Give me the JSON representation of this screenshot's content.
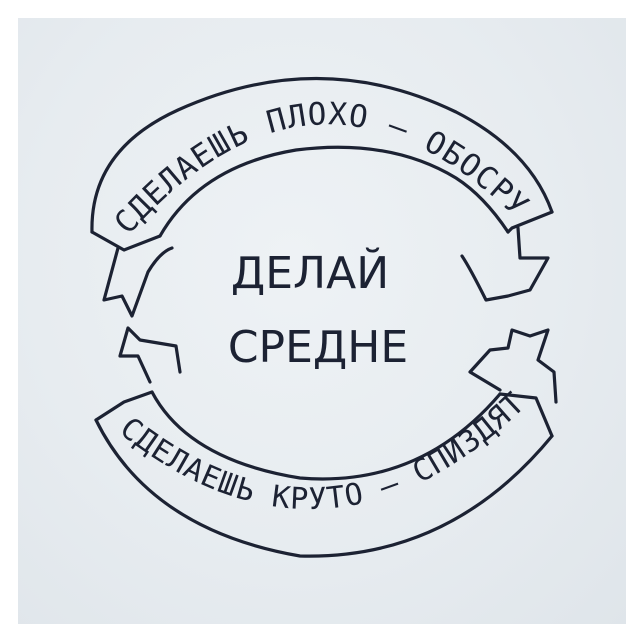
{
  "image": {
    "top_banner_text": "СДЕЛАЕШЬ ПЛОХО – ОБОСРУТ",
    "center_line_1": "ДЕЛАЙ",
    "center_line_2": "СРЕДНЕ",
    "bottom_banner_text": "СДЕЛАЕШЬ КРУТО – СПИЗДЯТ",
    "colors": {
      "paper": "#e7ecf0",
      "ink": "#1c2233",
      "frame": "#ffffff"
    }
  }
}
